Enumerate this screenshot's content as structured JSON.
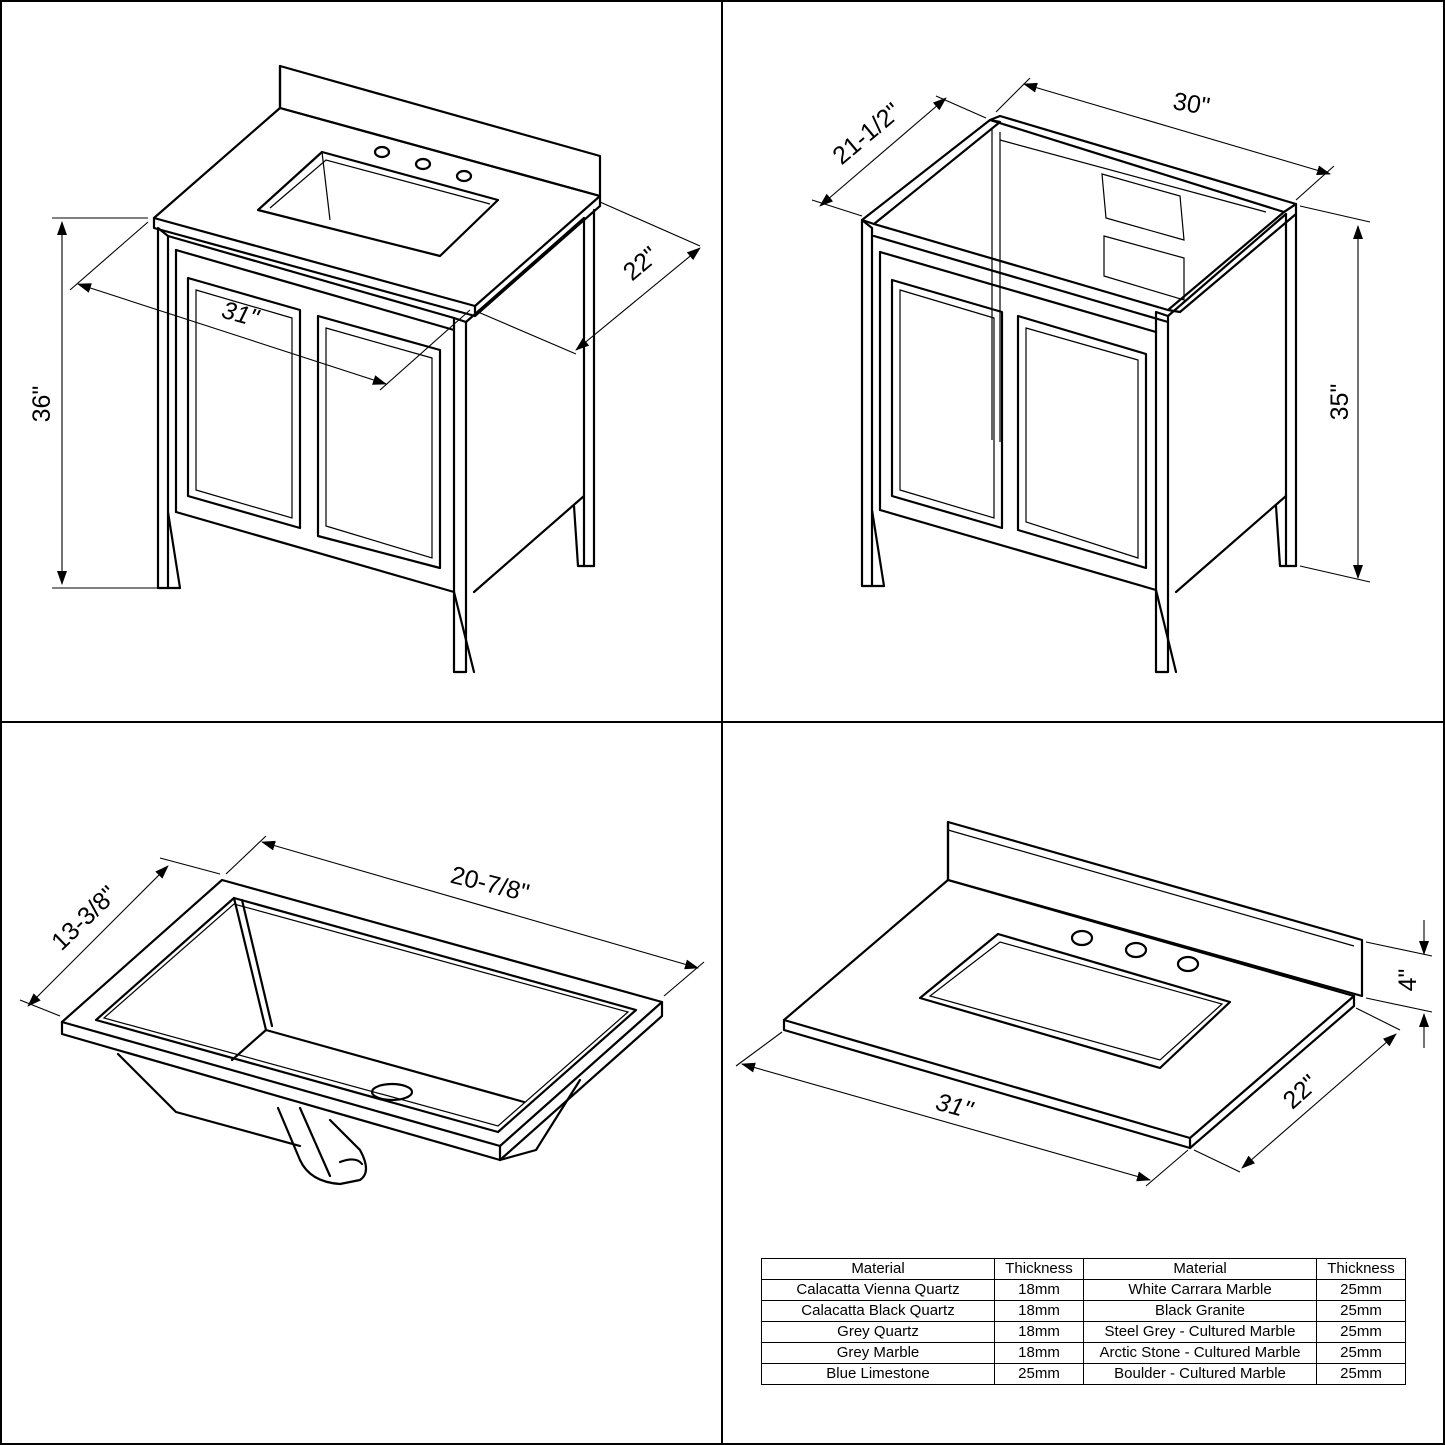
{
  "panels": {
    "vanity_with_top": {
      "height": "36\"",
      "width": "31\"",
      "depth": "22\""
    },
    "vanity_base": {
      "depth": "21-1/2\"",
      "width": "30\"",
      "height": "35\""
    },
    "sink_bowl": {
      "depth": "13-3/8\"",
      "width": "20-7/8\""
    },
    "countertop": {
      "backsplash_height": "4\"",
      "width": "31\"",
      "depth": "22\""
    }
  },
  "materials_table": {
    "headers": [
      "Material",
      "Thickness",
      "Material",
      "Thickness"
    ],
    "rows": [
      [
        "Calacatta Vienna Quartz",
        "18mm",
        "White Carrara Marble",
        "25mm"
      ],
      [
        "Calacatta Black Quartz",
        "18mm",
        "Black Granite",
        "25mm"
      ],
      [
        "Grey Quartz",
        "18mm",
        "Steel Grey - Cultured Marble",
        "25mm"
      ],
      [
        "Grey Marble",
        "18mm",
        "Arctic Stone - Cultured Marble",
        "25mm"
      ],
      [
        "Blue Limestone",
        "25mm",
        "Boulder - Cultured Marble",
        "25mm"
      ]
    ]
  }
}
